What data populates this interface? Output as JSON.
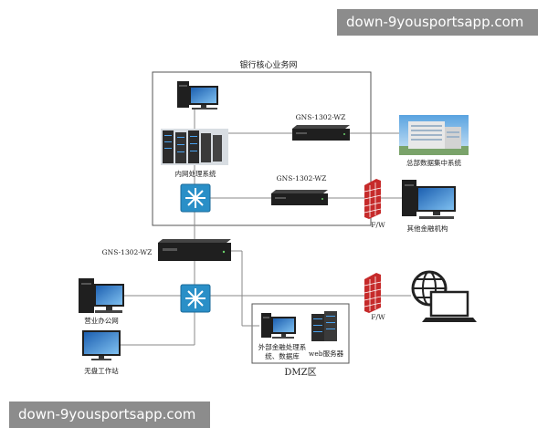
{
  "watermark_top": "down-9yousportsapp.com",
  "watermark_bottom": "down-9yousportsapp.com",
  "zones": {
    "core": "银行核心业务网",
    "dmz": "DMZ区"
  },
  "labels": {
    "router1": "GNS-1302-WZ",
    "router2": "GNS-1302-WZ",
    "router3": "GNS-1302-WZ",
    "server_rack": "内网处理系统",
    "hq_building": "总部数据集中系统",
    "other_fin": "其他金融机构",
    "fw1": "F/W",
    "fw2": "F/W",
    "office": "营业办公网",
    "diskless": "无盘工作站",
    "ext_fin_1": "外部金融处理系",
    "ext_fin_2": "统、数据库",
    "web_server": "web服务器"
  },
  "colors": {
    "line": "#888888",
    "zone_border": "#555555",
    "switch": "#2a8fc7",
    "firewall": "#c62a2a",
    "device_dark": "#1f1f1f",
    "screen": "#2f7fd0"
  },
  "icons": {
    "switch": "network-switch-icon",
    "firewall": "firewall-icon",
    "router": "router-icon",
    "computer": "desktop-computer-icon",
    "internet": "internet-globe-icon"
  }
}
